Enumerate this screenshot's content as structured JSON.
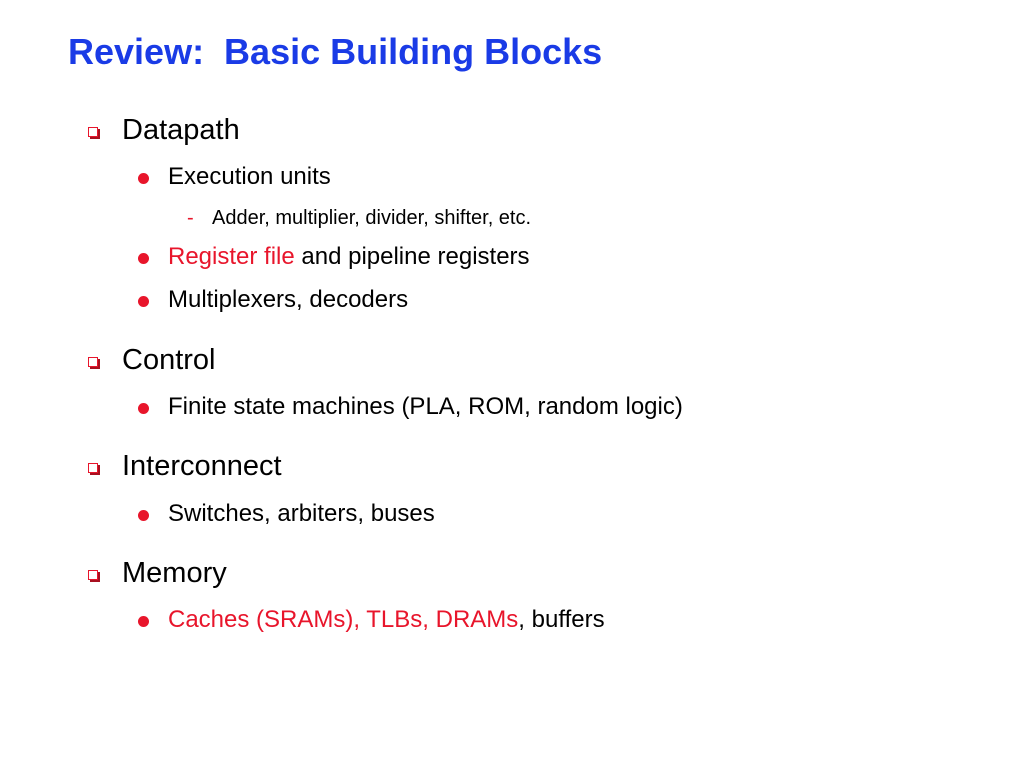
{
  "slide": {
    "title": "Review:  Basic Building Blocks",
    "sections": [
      {
        "label": "Datapath",
        "items": [
          {
            "text": "Execution units",
            "sub": [
              "Adder, multiplier, divider, shifter, etc."
            ]
          },
          {
            "highlight": "Register file",
            "rest": " and pipeline registers"
          },
          {
            "text": "Multiplexers, decoders"
          }
        ]
      },
      {
        "label": "Control",
        "items": [
          {
            "text": "Finite state machines (PLA, ROM, random logic)"
          }
        ]
      },
      {
        "label": "Interconnect",
        "items": [
          {
            "text": "Switches, arbiters, buses"
          }
        ]
      },
      {
        "label": "Memory",
        "items": [
          {
            "highlight": "Caches (SRAMs), TLBs, DRAMs",
            "rest": ", buffers"
          }
        ]
      }
    ]
  },
  "colors": {
    "title": "#1a3be6",
    "bullet": "#e8152b",
    "highlight": "#e8152b",
    "text": "#000000"
  },
  "icons": {
    "level1": "red-square-bullet-icon",
    "level2": "red-dot-bullet-icon",
    "level3": "red-dash-bullet-icon"
  }
}
